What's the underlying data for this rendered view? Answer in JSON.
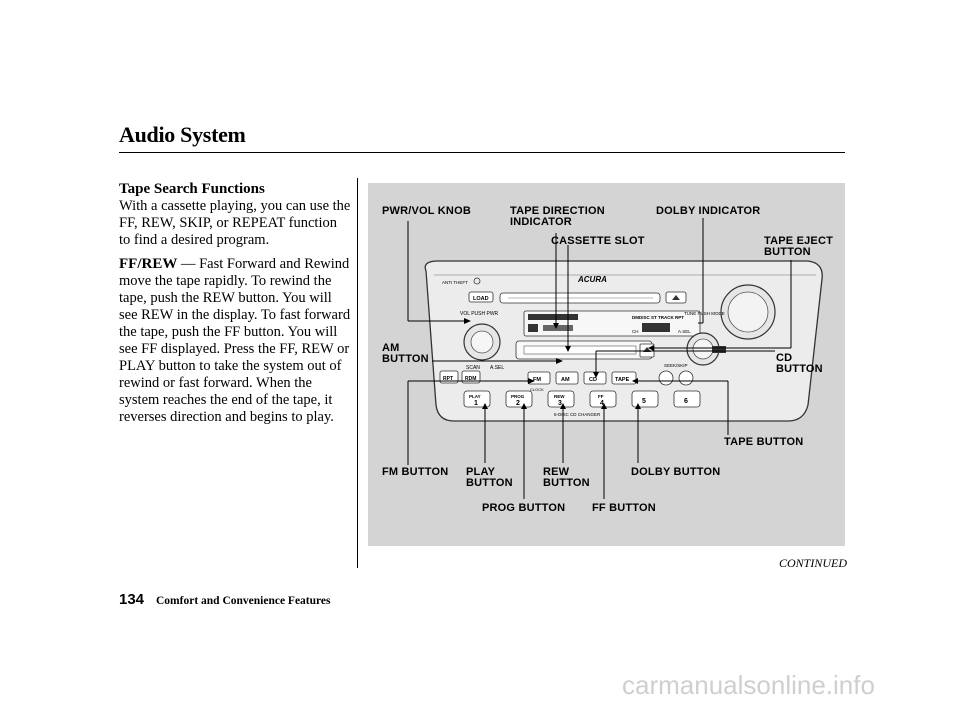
{
  "header": {
    "title": "Audio System"
  },
  "section": {
    "heading": "Tape Search Functions",
    "intro": "With a cassette playing, you can use the FF, REW, SKIP, or REPEAT function to find a desired program.",
    "ffrew_label": "FF/REW",
    "ffrew_dash": "—",
    "ffrew_text": "Fast Forward and Rewind move the tape rapidly. To rewind the tape, push the REW button. You will see REW in the display. To fast forward the tape, push the FF button. You will see FF displayed. Press the FF, REW or PLAY button to take the system out of rewind or fast forward. When the system reaches the end of the tape, it reverses direction and begins to play."
  },
  "figure": {
    "callouts": {
      "pwr_vol_knob": "PWR/VOL KNOB",
      "tape_direction": "TAPE DIRECTION\nINDICATOR",
      "dolby_indicator": "DOLBY INDICATOR",
      "cassette_slot": "CASSETTE SLOT",
      "tape_eject": "TAPE EJECT\nBUTTON",
      "am_button": "AM\nBUTTON",
      "cd_button": "CD\nBUTTON",
      "tape_button": "TAPE BUTTON",
      "fm_button": "FM BUTTON",
      "play_button": "PLAY\nBUTTON",
      "rew_button": "REW\nBUTTON",
      "dolby_button": "DOLBY BUTTON",
      "prog_button": "PROG BUTTON",
      "ff_button": "FF BUTTON"
    },
    "unit": {
      "brand": "ACURA",
      "vol_label": "VOL PUSH PWR",
      "tune_label": "TUNE PUSH MODE",
      "scan": "SCAN",
      "a_sel": "A.SEL",
      "seek": "SEEK/SKIP",
      "clock": "CLOCK",
      "changer": "6-DISC CD CHANGER",
      "load": "LOAD",
      "anti_theft": "ANTI THEFT",
      "display_top": "DMDISC ST TRACK RPT",
      "display_ch": "CH",
      "display_asel": "A.SEL",
      "buttons_row1": [
        "RPT",
        "RDM",
        "FM",
        "AM",
        "CD",
        "TAPE"
      ],
      "presets": [
        {
          "top": "PLAY",
          "num": "1"
        },
        {
          "top": "PROG",
          "num": "2"
        },
        {
          "top": "REW",
          "num": "3"
        },
        {
          "top": "FF",
          "num": "4"
        },
        {
          "top": "",
          "num": "5"
        },
        {
          "top": "",
          "num": "6"
        }
      ]
    }
  },
  "footer": {
    "continued": "CONTINUED",
    "page_number": "134",
    "section_name": "Comfort and Convenience Features"
  },
  "watermark": "carmanualsonline.info"
}
